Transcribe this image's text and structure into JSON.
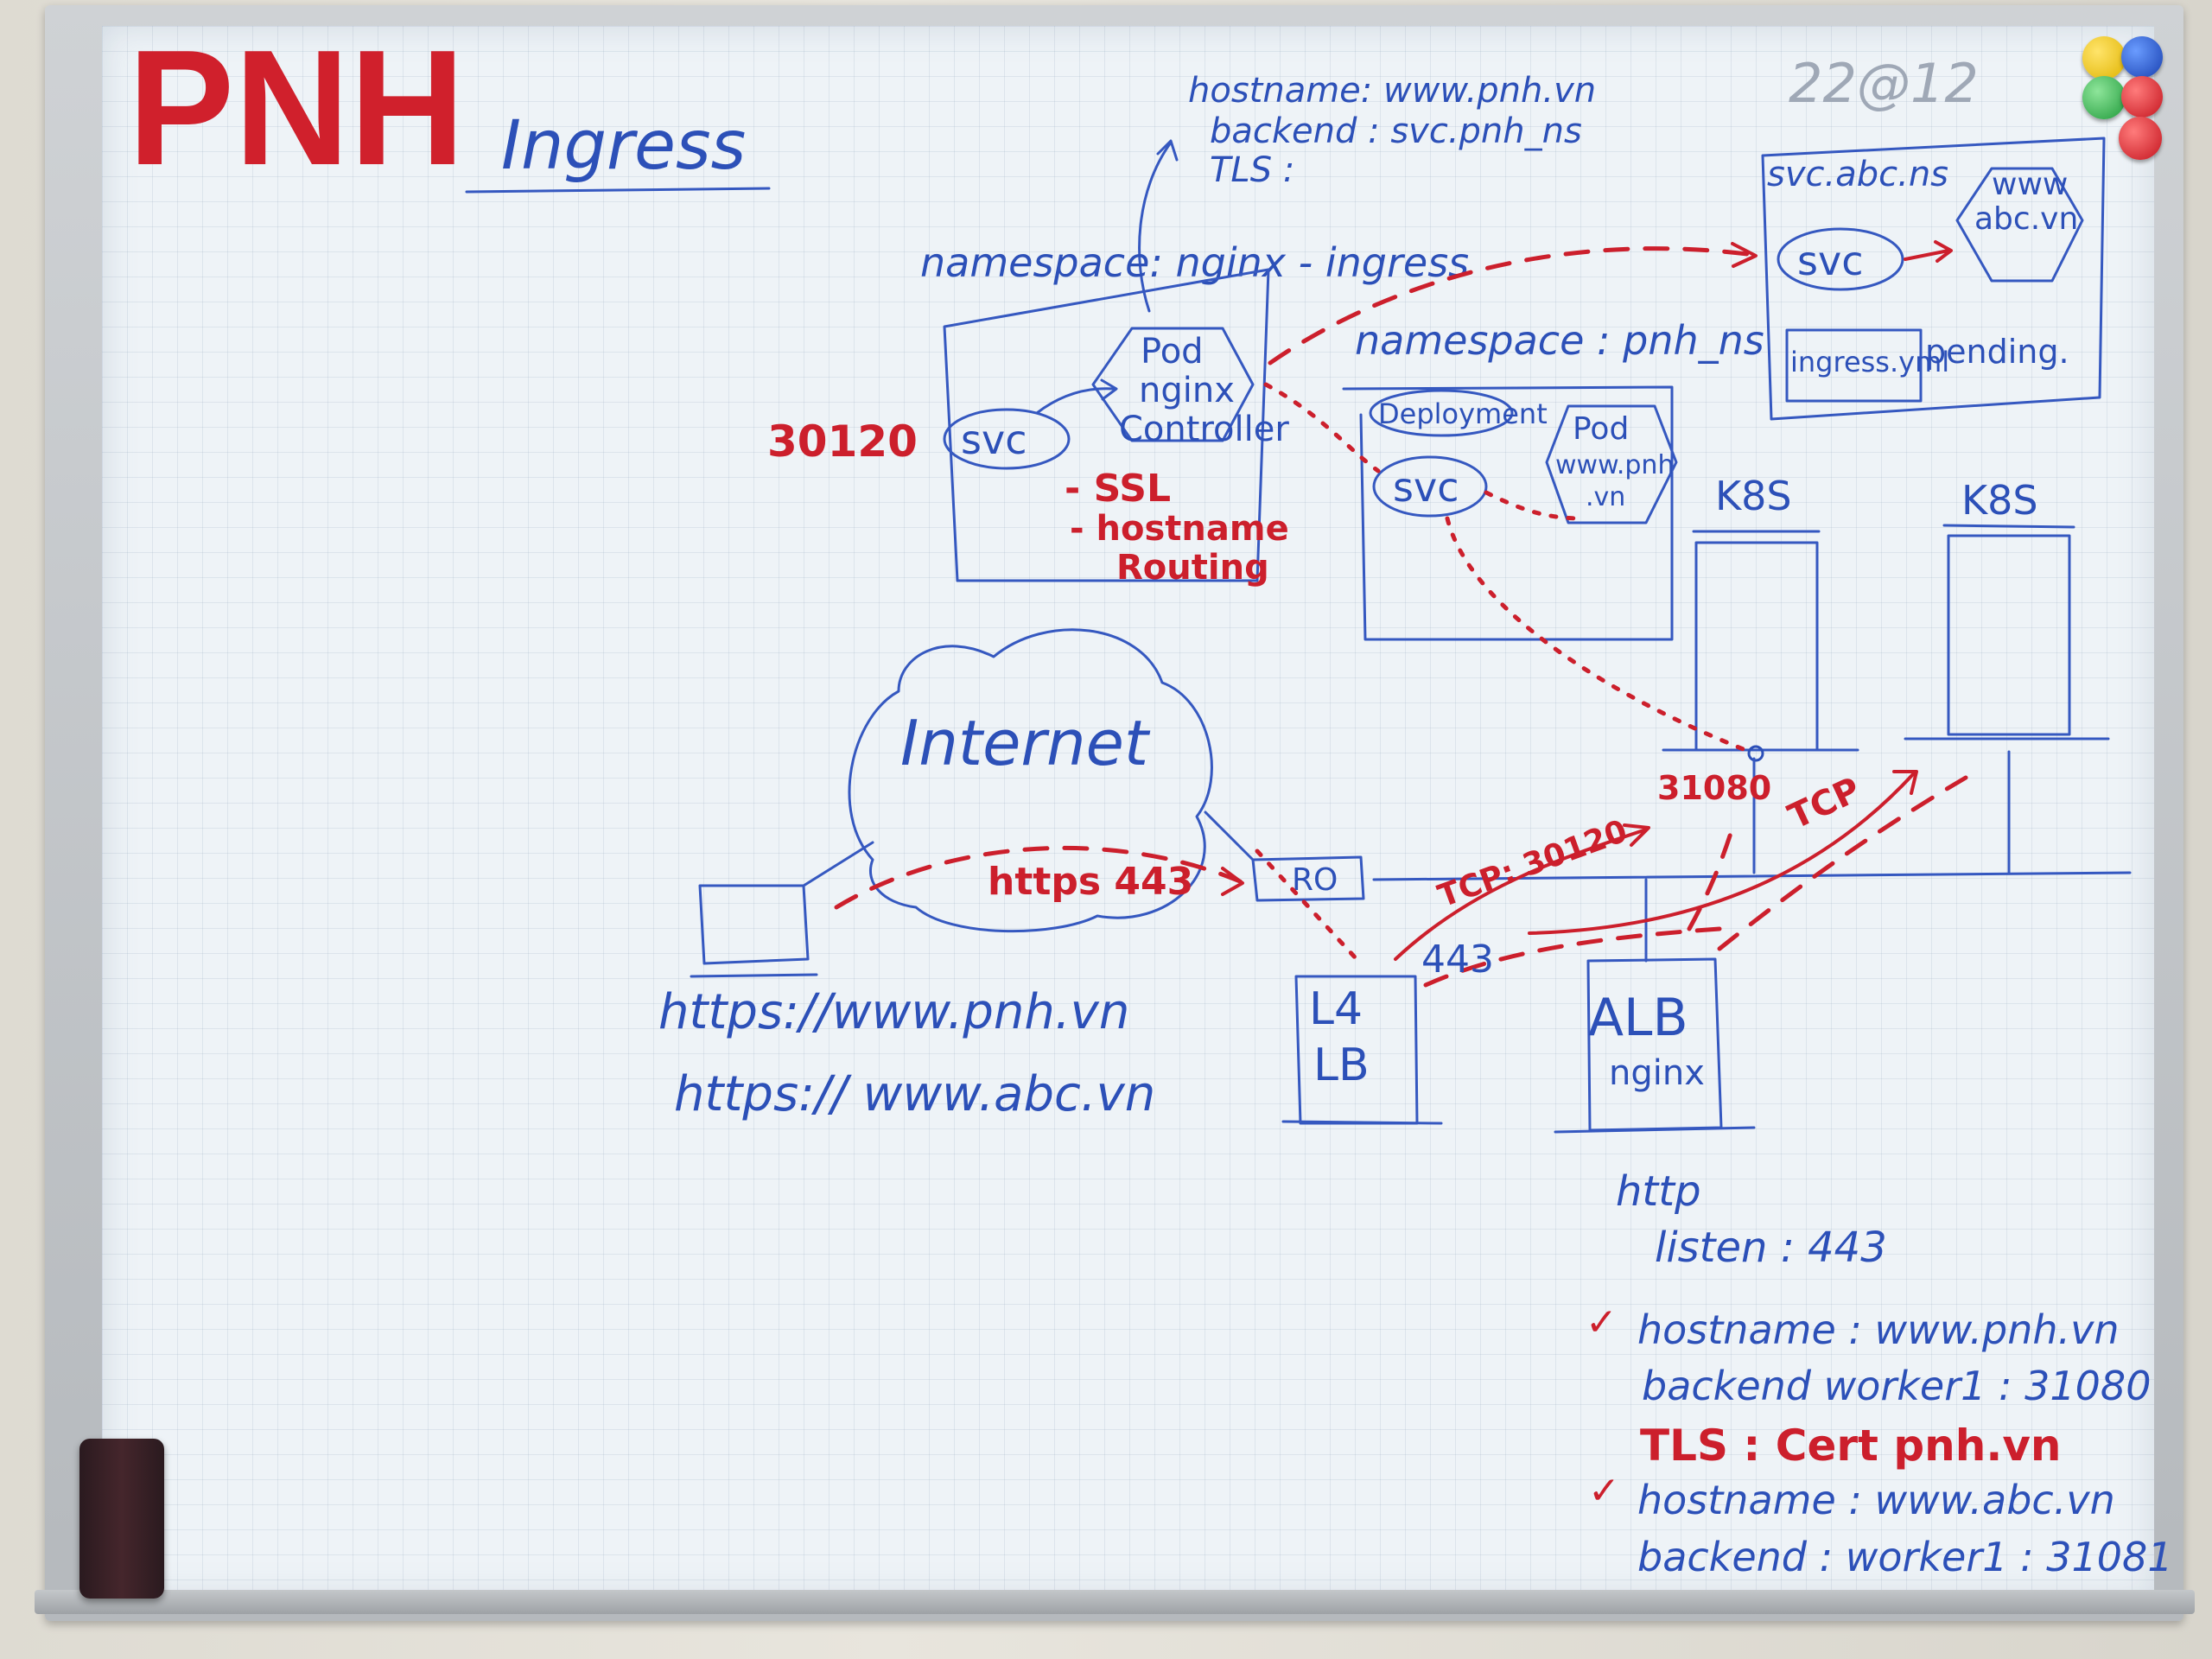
{
  "logo": {
    "text": "PNH",
    "color": "#d0202c"
  },
  "title": "Ingress",
  "corner_text": "22@12",
  "colors": {
    "ink_blue": "#2c50b8",
    "ink_red": "#cc1f2c"
  },
  "ingress_rule_top": {
    "hostname": "hostname: www.pnh.vn",
    "backend": "backend : svc.pnh_ns",
    "tls": "TLS :"
  },
  "nginx_ns": {
    "label": "namespace: nginx - ingress",
    "port": "30120",
    "svc": "svc",
    "pod": [
      "Pod",
      "nginx",
      "Controller"
    ],
    "notes": [
      "- SSL",
      "- hostname",
      "Routing"
    ]
  },
  "pnh_ns": {
    "label": "namespace : pnh_ns",
    "deployment": "Deployment",
    "svc": "svc",
    "pod": [
      "Pod",
      "www.pnh",
      ".vn"
    ]
  },
  "abc_ns": {
    "label": "svc.abc.ns",
    "svc": "svc",
    "pod": [
      "www",
      "abc.vn"
    ],
    "ingress_yaml": "ingress.yml",
    "status": "pending."
  },
  "k8s_left": "K8S",
  "k8s_right": "K8S",
  "internet": "Internet",
  "client_urls": [
    "https://www.pnh.vn",
    "https:// www.abc.vn"
  ],
  "router": "RO",
  "l4lb": [
    "L4",
    "LB"
  ],
  "alb": [
    "ALB",
    "nginx"
  ],
  "arrows": {
    "https": "https 443",
    "tcp30120": "TCP: 30120",
    "port443": "443",
    "tcp": "TCP",
    "port31080": "31080"
  },
  "alb_config": {
    "http": "http",
    "listen": "listen : 443",
    "rule1_hostname": "hostname : www.pnh.vn",
    "rule1_backend": "backend worker1 : 31080",
    "rule1_tls": "TLS : Cert pnh.vn",
    "rule2_hostname": "hostname : www.abc.vn",
    "rule2_backend": "backend : worker1 : 31081",
    "check": "✓"
  }
}
